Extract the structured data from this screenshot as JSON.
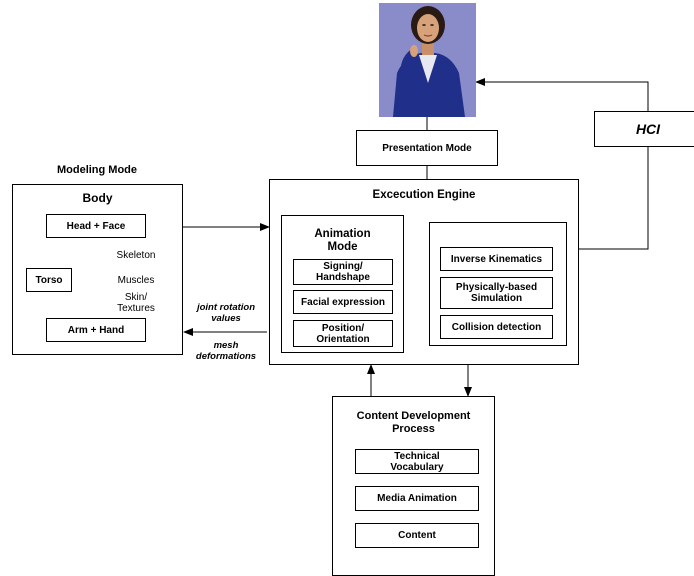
{
  "avatar": {
    "description_icon": "avatar-signing-figure",
    "bg_color": "#8c8cc8",
    "jacket_color": "#1f2f8a"
  },
  "presentation_mode": "Presentation Mode",
  "hci": "HCI",
  "modeling": {
    "title": "Modeling Mode",
    "body_title": "Body",
    "head_face": "Head + Face",
    "torso": "Torso",
    "skeleton": "Skeleton",
    "muscles": "Muscles",
    "skin": "Skin/\nTextures",
    "arm_hand": "Arm + Hand"
  },
  "engine": {
    "title": "Excecution Engine",
    "animation_title": "Animation\nMode",
    "signing": "Signing/\nHandshape",
    "facial": "Facial expression",
    "position": "Position/\nOrientation",
    "ik": "Inverse Kinematics",
    "physics": "Physically-based\nSimulation",
    "collision": "Collision detection"
  },
  "arrows": {
    "joint_rotation": "joint rotation\nvalues",
    "mesh": "mesh\ndeformations"
  },
  "content": {
    "title": "Content Development\nProcess",
    "vocab": "Technical\nVocabulary",
    "media": "Media Animation",
    "content": "Content"
  }
}
